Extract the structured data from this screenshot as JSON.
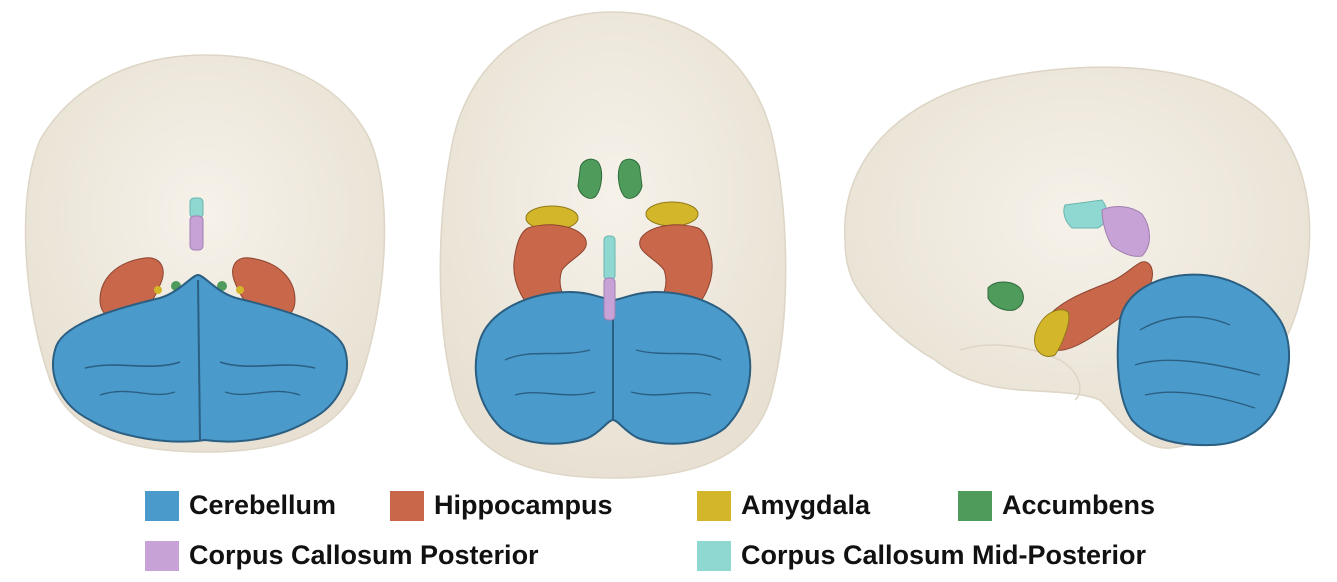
{
  "legend": {
    "cerebellum": {
      "label": "Cerebellum",
      "color": "#4a9acb"
    },
    "hippocampus": {
      "label": "Hippocampus",
      "color": "#c8674a"
    },
    "amygdala": {
      "label": "Amygdala",
      "color": "#d4b62a"
    },
    "accumbens": {
      "label": "Accumbens",
      "color": "#4e9b5c"
    },
    "cc_posterior": {
      "label": "Corpus Callosum Posterior",
      "color": "#c7a2d6"
    },
    "cc_mid_posterior": {
      "label": "Corpus Callosum Mid-Posterior",
      "color": "#8fd8d2"
    }
  },
  "brain_color": "#f1ebdf",
  "views": [
    "posterior-view",
    "superior-view",
    "lateral-view"
  ]
}
